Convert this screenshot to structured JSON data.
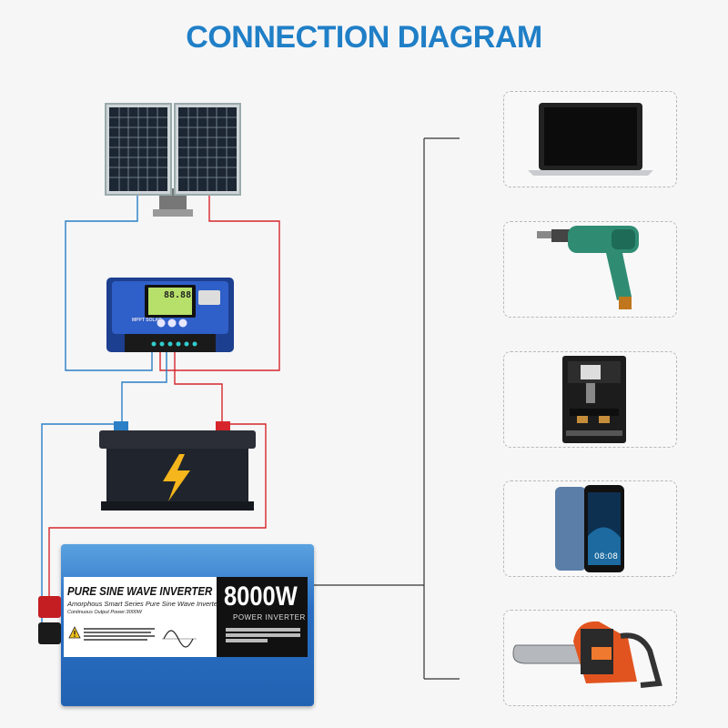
{
  "title": "CONNECTION DIAGRAM",
  "inverter": {
    "heading": "PURE SINE WAVE INVERTER",
    "subheading": "Amorphous Smart Series Pure Sine Wave Inverter",
    "continuous": "Continuous Output Power:3000W",
    "wattage": "8000W",
    "type": "POWER INVERTER"
  },
  "charge_controller": {
    "display": "88.88",
    "label": "MPPT SOLAR"
  },
  "devices": [
    "laptop",
    "drill",
    "coffee-machine",
    "phone",
    "chainsaw"
  ],
  "phone_time": "08:08",
  "colors": {
    "title": "#1f7fc7",
    "positive_wire": "#d6262b",
    "negative_wire": "#2a7fc6",
    "ac_line": "#333333"
  }
}
